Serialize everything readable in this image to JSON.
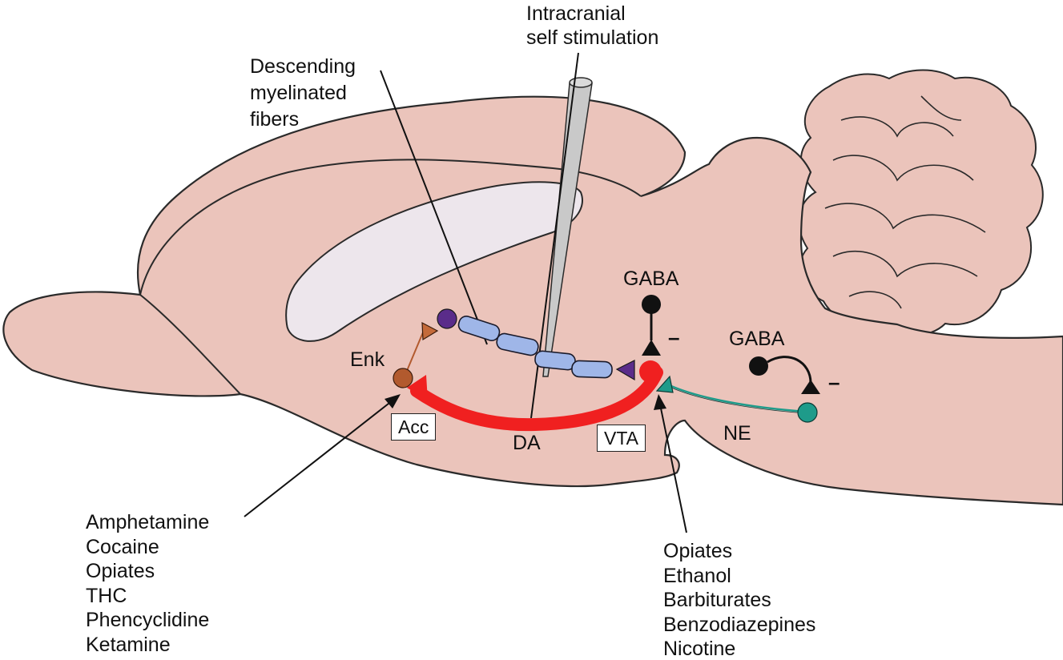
{
  "labels": {
    "icss_line1": "Intracranial",
    "icss_line2": "self stimulation",
    "desc_line1": "Descending",
    "desc_line2": "myelinated",
    "desc_line3": "fibers",
    "gaba_top": "GABA",
    "gaba_right": "GABA",
    "minus_top": "–",
    "minus_right": "–",
    "enk": "Enk",
    "acc": "Acc",
    "vta": "VTA",
    "da": "DA",
    "ne": "NE"
  },
  "drugs_acc": [
    "Amphetamine",
    "Cocaine",
    "Opiates",
    "THC",
    "Phencyclidine",
    "Ketamine"
  ],
  "drugs_vta": [
    "Opiates",
    "Ethanol",
    "Barbiturates",
    "Benzodiazepines",
    "Nicotine"
  ],
  "colors": {
    "brain": "#EBC4BB",
    "brain_outline": "#2a2a2a",
    "ventricle": "#EDE6EC",
    "da_pathway": "#F02020",
    "myelin": "#9FB6E8",
    "enk_neuron": "#B25A2E",
    "purple_neuron": "#5A2C8A",
    "ne_neuron": "#1E9B8A",
    "electrode": "#C9C9C9"
  }
}
